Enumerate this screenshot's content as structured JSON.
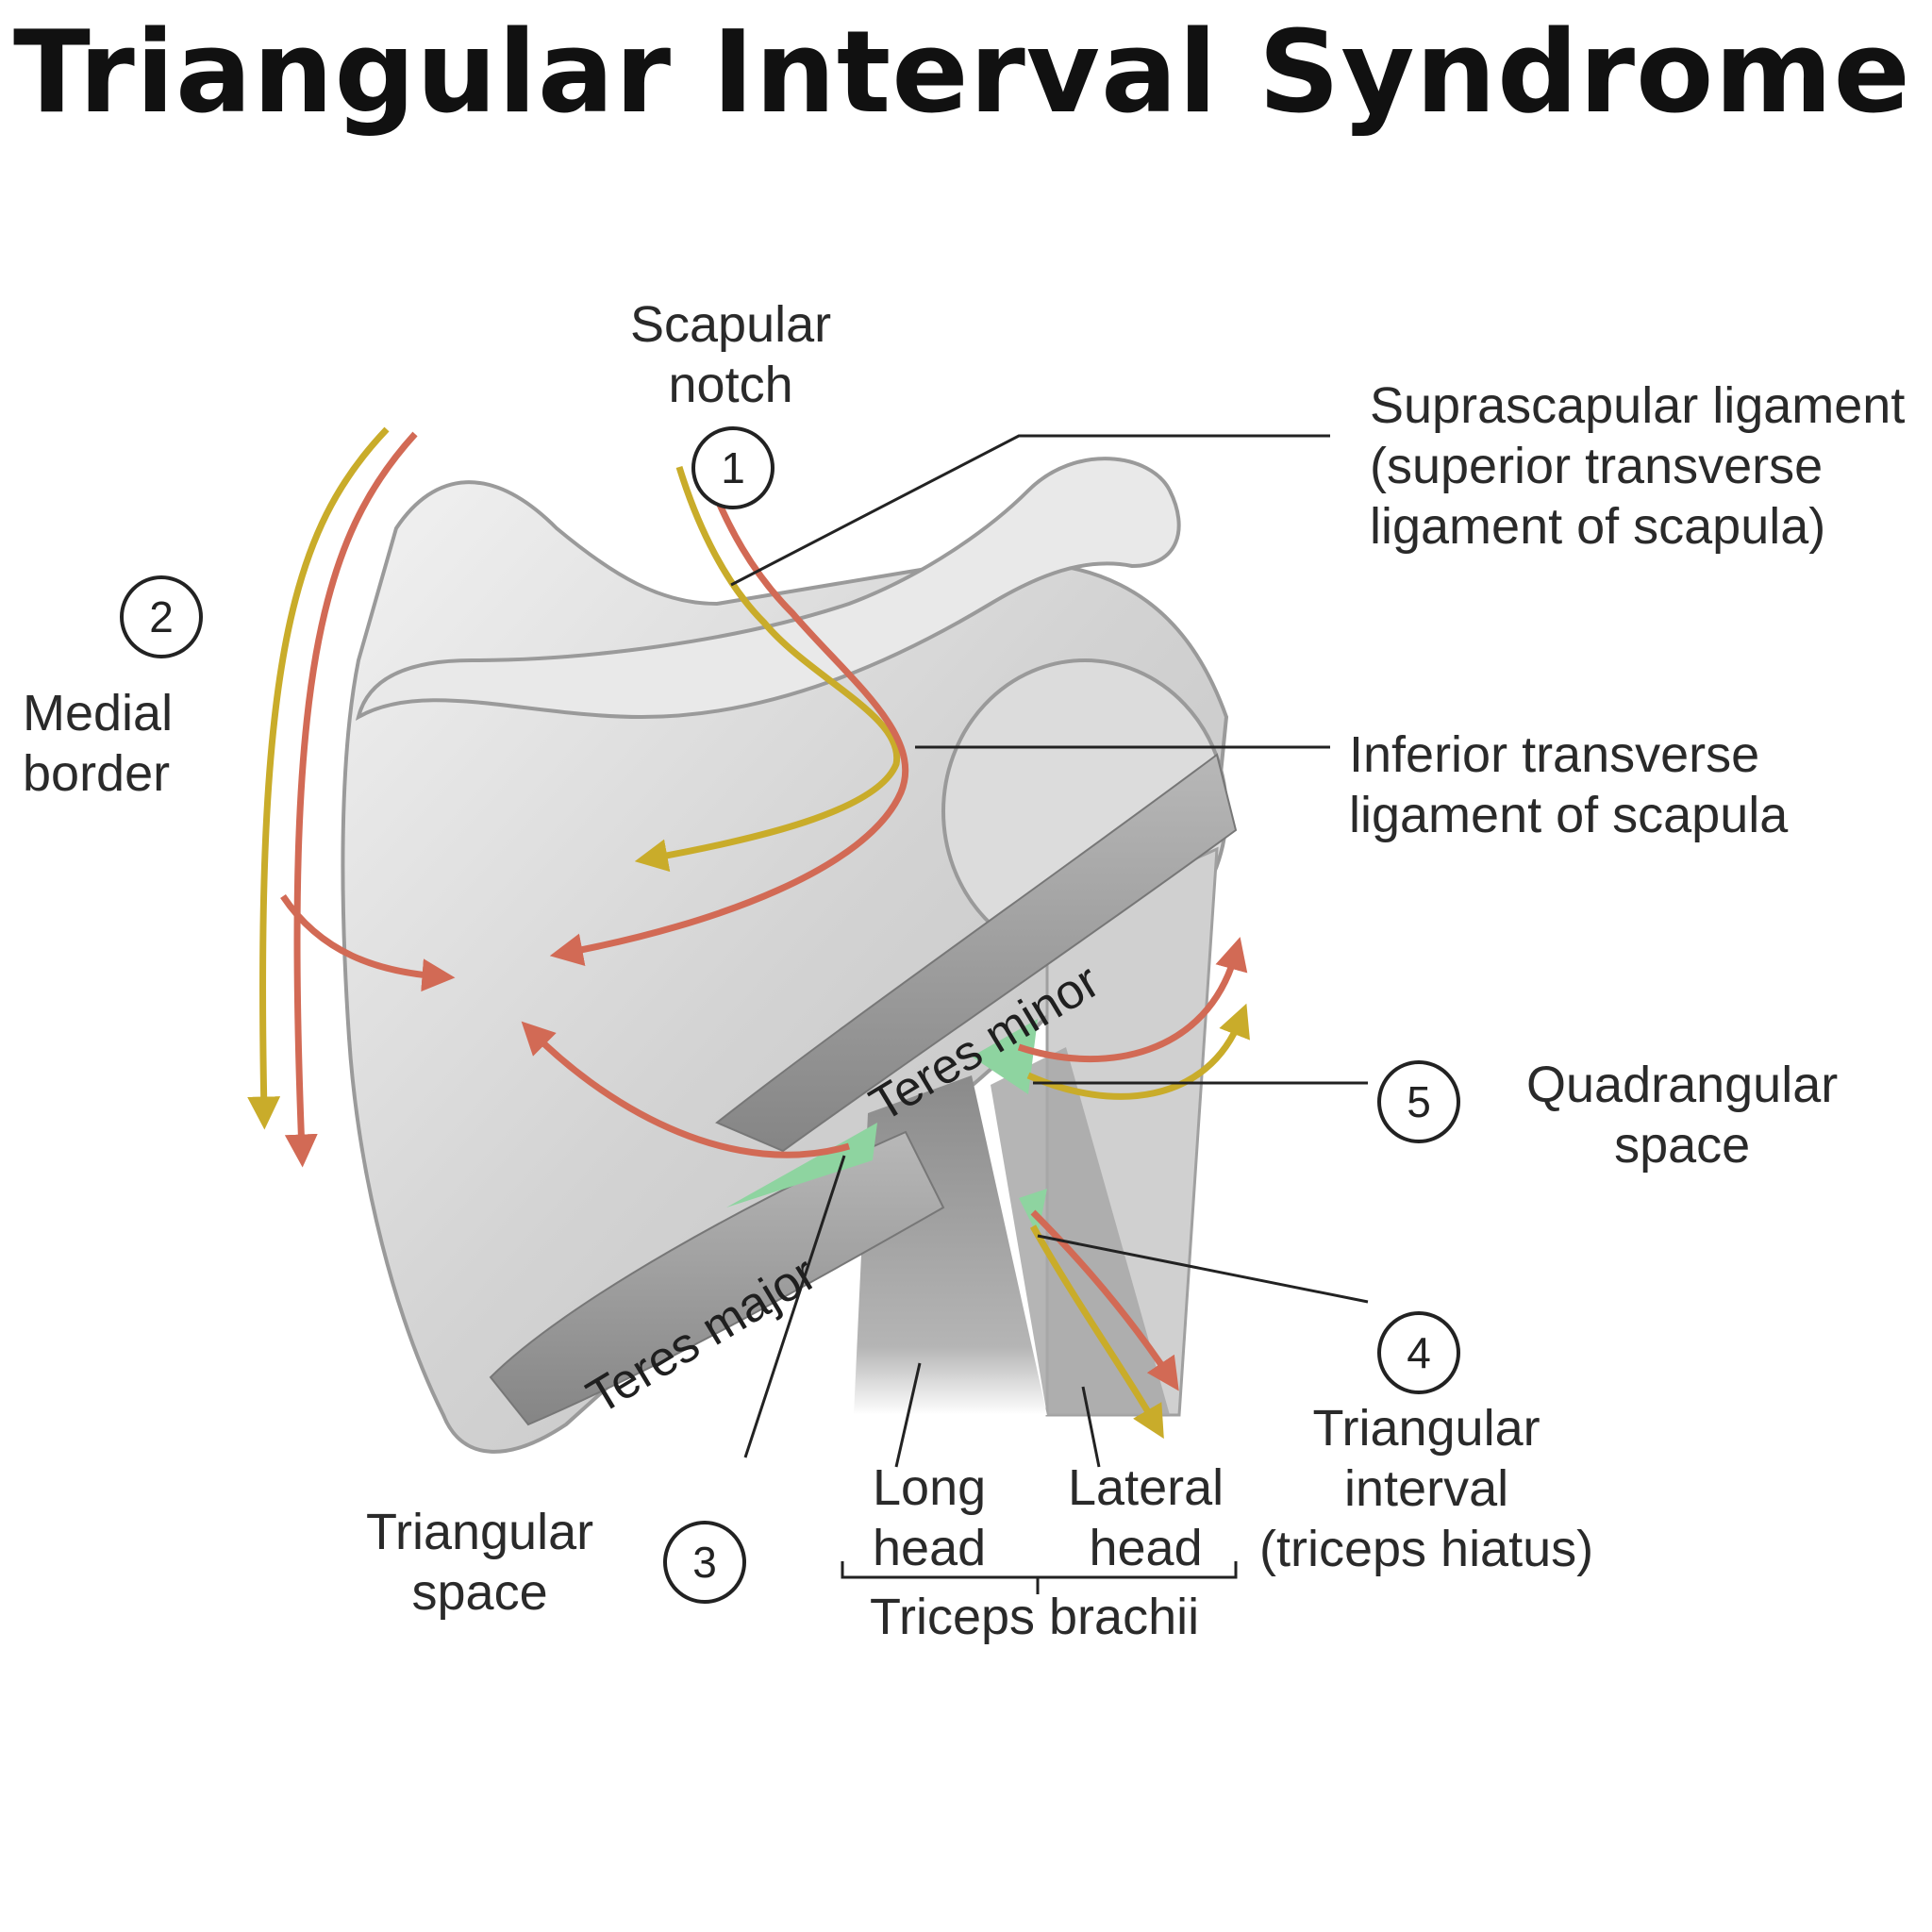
{
  "title": "Triangular Interval Syndrome",
  "colors": {
    "nerve_yellow": "#c9ac2a",
    "artery_red": "#d26a55",
    "space_green": "#8ed4a0",
    "bone": "#d9d9d9",
    "muscle": "#9c9c9c"
  },
  "labels": {
    "scapular_notch": "Scapular\nnotch",
    "suprascapular_ligament": "Suprascapular ligament\n(superior transverse\nligament of scapula)",
    "medial_border": "Medial\nborder",
    "inferior_transverse": "Inferior transverse\nligament of scapula",
    "quadrangular_space": "Quadrangular\nspace",
    "triangular_interval": "Triangular\ninterval\n(triceps hiatus)",
    "triangular_space": "Triangular\nspace",
    "long_head": "Long\nhead",
    "lateral_head": "Lateral\nhead",
    "triceps_brachii": "Triceps brachii",
    "teres_minor": "Teres minor",
    "teres_major": "Teres major"
  },
  "markers": [
    "1",
    "2",
    "3",
    "4",
    "5"
  ]
}
